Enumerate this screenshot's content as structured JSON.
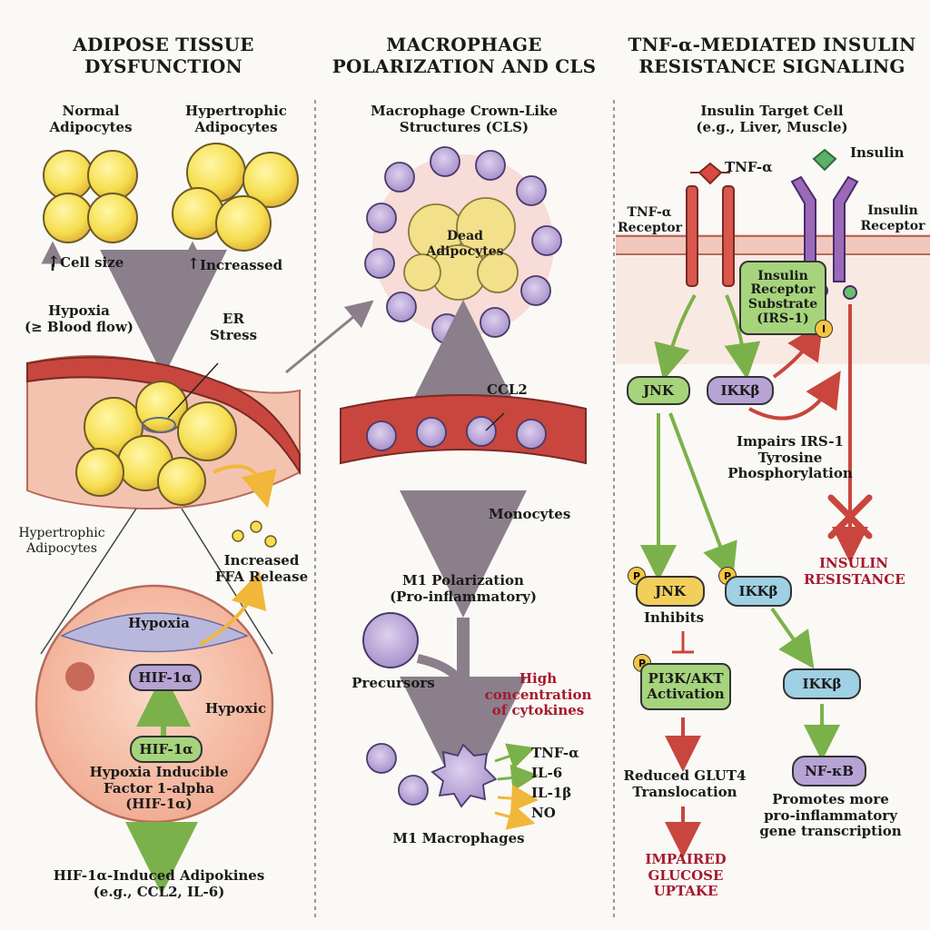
{
  "panels": {
    "left": {
      "title_line1": "ADIPOSE TISSUE",
      "title_line2": "DYSFUNCTION",
      "normal_line1": "Normal",
      "normal_line2": "Adipocytes",
      "hyper_line1": "Hypertrophic",
      "hyper_line2": "Adipocytes",
      "cell_size": "Cell size",
      "increased": "Increassed",
      "hypoxia_line1": "Hypoxia",
      "hypoxia_line2": "(≥ Blood flow)",
      "er_line1": "ER",
      "er_line2": "Stress",
      "hyper2_line1": "Hypertrophic",
      "hyper2_line2": "Adipocytes",
      "ffa_line1": "Increased",
      "ffa_line2": "FFA Release",
      "inset_hypoxia": "Hypoxia",
      "hif_top": "HIF-1α",
      "hypoxic": "Hypoxic",
      "hif_bottom": "HIF-1α",
      "hif_def_line1": "Hypoxia Inducible",
      "hif_def_line2": "Factor 1-alpha",
      "hif_def_line3": "(HIF-1α)",
      "adipokines_line1": "HIF-1α-Induced Adipokines",
      "adipokines_line2": "(e.g., CCL2, IL-6)"
    },
    "middle": {
      "title_line1": "MACROPHAGE",
      "title_line2": "POLARIZATION AND CLS",
      "cls_line1": "Macrophage Crown-Like",
      "cls_line2": "Structures (CLS)",
      "dead_line1": "Dead",
      "dead_line2": "Adipocytes",
      "ccl2": "CCL2",
      "monocytes": "Monocytes",
      "m1_line1": "M1 Polarization",
      "m1_line2": "(Pro-inflammatory)",
      "precursors": "Precursors",
      "cyto_line1": "High",
      "cyto_line2": "concentration",
      "cyto_line3": "of cytokines",
      "cytokines": [
        "TNF-α",
        "IL-6",
        "IL-1β",
        "NO"
      ],
      "m1_macro": "M1 Macrophages"
    },
    "right": {
      "title_line1": "TNF-α-MEDIATED INSULIN",
      "title_line2": "RESISTANCE SIGNALING",
      "target_line1": "Insulin Target Cell",
      "target_line2": "(e.g., Liver, Muscle)",
      "tnf": "TNF-α",
      "insulin": "Insulin",
      "tnf_rec_line1": "TNF-α",
      "tnf_rec_line2": "Receptor",
      "ins_rec_line1": "Insulin",
      "ins_rec_line2": "Receptor",
      "irs_line1": "Insulin",
      "irs_line2": "Receptor",
      "irs_line3": "Substrate",
      "irs_line4": "(IRS-1)",
      "inhibit_badge": "I",
      "jnk": "JNK",
      "ikkb": "IKKβ",
      "impairs_line1": "Impairs IRS-1",
      "impairs_line2": "Tyrosine",
      "impairs_line3": "Phosphorylation",
      "resistance_line1": "INSULIN",
      "resistance_line2": "RESISTANCE",
      "p_badge": "P",
      "p_jnk": "JNK",
      "p_ikkb": "IKKβ",
      "inhibits": "Inhibits",
      "pi3k_line1": "PI3K/AKT",
      "pi3k_line2": "Activation",
      "ikkb3": "IKKβ",
      "glut_line1": "Reduced GLUT4",
      "glut_line2": "Translocation",
      "nfkb": "NF-κB",
      "promotes_line1": "Promotes more",
      "promotes_line2": "pro-inflammatory",
      "promotes_line3": "gene transcription",
      "impaired_line1": "IMPAIRED",
      "impaired_line2": "GLUCOSE",
      "impaired_line3": "UPTAKE"
    }
  },
  "colors": {
    "adipocyte": "#f7e35a",
    "vessel": "#c8463e",
    "macrophage": "#b9a8d6",
    "green_pill": "#a6d47c",
    "purple_pill": "#b7a3d4",
    "yellow_pill": "#f2cf5b",
    "blue_pill": "#9fd0e3",
    "accent_red": "#a6192e"
  }
}
